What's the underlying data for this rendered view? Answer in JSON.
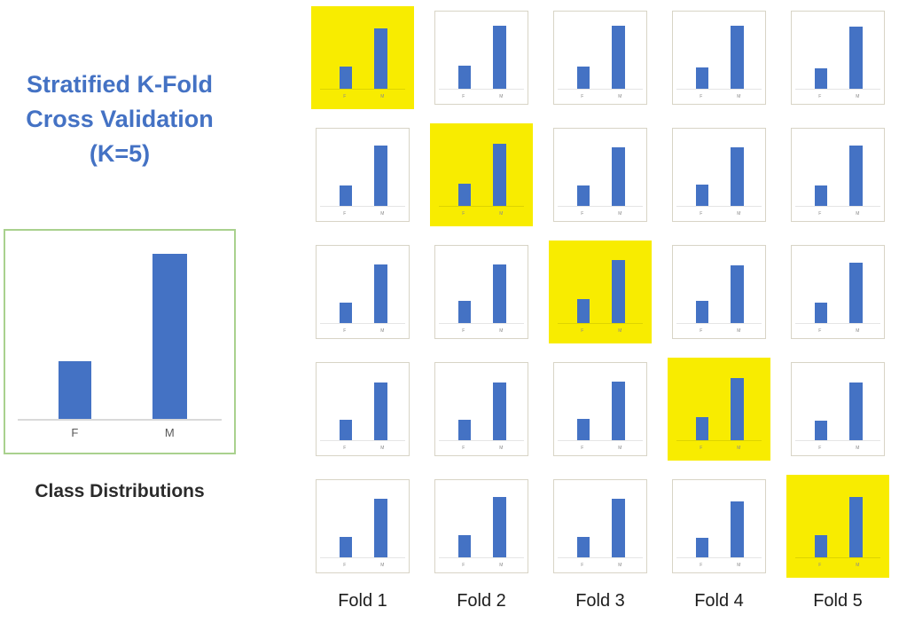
{
  "title": {
    "text": "Stratified K-Fold Cross Validation (K=5)",
    "lines": [
      "Stratified K-Fold",
      "Cross Validation",
      "(K=5)"
    ]
  },
  "class_distribution": {
    "caption": "Class Distributions",
    "x_labels": [
      "F",
      "M"
    ],
    "bar_heights_pct_of_plot": [
      32,
      92
    ]
  },
  "mini_chart_x_labels": [
    "F",
    "M"
  ],
  "fold_labels": [
    "Fold 1",
    "Fold 2",
    "Fold 3",
    "Fold 4",
    "Fold 5"
  ],
  "grid": {
    "rows": 5,
    "cols": 5,
    "highlight_rule": "test fold k is highlighted in row k (diagonal)",
    "cells": [
      {
        "row": 1,
        "col": 1,
        "highlighted": true,
        "f": 30,
        "m": 82
      },
      {
        "row": 1,
        "col": 2,
        "highlighted": false,
        "f": 31,
        "m": 86
      },
      {
        "row": 1,
        "col": 3,
        "highlighted": false,
        "f": 30,
        "m": 86
      },
      {
        "row": 1,
        "col": 4,
        "highlighted": false,
        "f": 29,
        "m": 86
      },
      {
        "row": 1,
        "col": 5,
        "highlighted": false,
        "f": 28,
        "m": 84
      },
      {
        "row": 2,
        "col": 1,
        "highlighted": false,
        "f": 28,
        "m": 82
      },
      {
        "row": 2,
        "col": 2,
        "highlighted": true,
        "f": 30,
        "m": 84
      },
      {
        "row": 2,
        "col": 3,
        "highlighted": false,
        "f": 28,
        "m": 80
      },
      {
        "row": 2,
        "col": 4,
        "highlighted": false,
        "f": 29,
        "m": 80
      },
      {
        "row": 2,
        "col": 5,
        "highlighted": false,
        "f": 28,
        "m": 82
      },
      {
        "row": 3,
        "col": 1,
        "highlighted": false,
        "f": 28,
        "m": 80
      },
      {
        "row": 3,
        "col": 2,
        "highlighted": false,
        "f": 30,
        "m": 80
      },
      {
        "row": 3,
        "col": 3,
        "highlighted": true,
        "f": 33,
        "m": 86
      },
      {
        "row": 3,
        "col": 4,
        "highlighted": false,
        "f": 30,
        "m": 78
      },
      {
        "row": 3,
        "col": 5,
        "highlighted": false,
        "f": 28,
        "m": 82
      },
      {
        "row": 4,
        "col": 1,
        "highlighted": false,
        "f": 28,
        "m": 78
      },
      {
        "row": 4,
        "col": 2,
        "highlighted": false,
        "f": 28,
        "m": 78
      },
      {
        "row": 4,
        "col": 3,
        "highlighted": false,
        "f": 29,
        "m": 80
      },
      {
        "row": 4,
        "col": 4,
        "highlighted": true,
        "f": 31,
        "m": 84
      },
      {
        "row": 4,
        "col": 5,
        "highlighted": false,
        "f": 26,
        "m": 78
      },
      {
        "row": 5,
        "col": 1,
        "highlighted": false,
        "f": 28,
        "m": 80
      },
      {
        "row": 5,
        "col": 2,
        "highlighted": false,
        "f": 30,
        "m": 82
      },
      {
        "row": 5,
        "col": 3,
        "highlighted": false,
        "f": 28,
        "m": 80
      },
      {
        "row": 5,
        "col": 4,
        "highlighted": false,
        "f": 26,
        "m": 76
      },
      {
        "row": 5,
        "col": 5,
        "highlighted": true,
        "f": 30,
        "m": 82
      }
    ]
  },
  "colors": {
    "bar_blue": "#4472C4",
    "highlight_yellow": "#F8EC00",
    "title_blue": "#4472C4",
    "box_border_green": "#A9D18E",
    "axis_gray": "#D9D9D9"
  },
  "chart_data": {
    "type": "bar",
    "title": "Class Distributions",
    "categories": [
      "F",
      "M"
    ],
    "values_relative_pct": [
      32,
      92
    ],
    "xlabel": "",
    "ylabel": "",
    "grid": false,
    "legend": false
  }
}
